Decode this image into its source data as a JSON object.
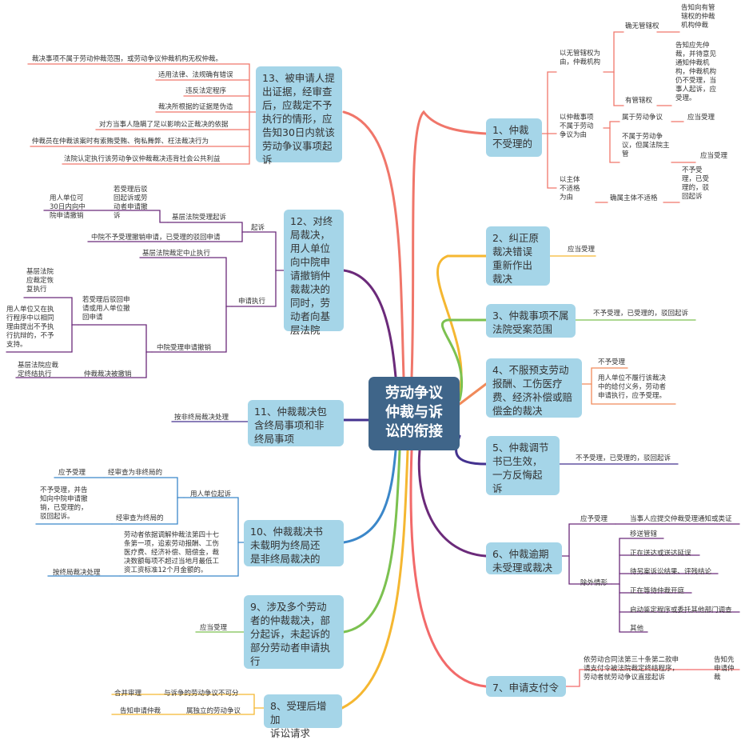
{
  "central": "劳动争议\n仲裁与诉\n讼的衔接",
  "branches": {
    "b1": "1、仲裁\n不受理的",
    "b2": "2、纠正原\n裁决错误\n重新作出\n裁决",
    "b3": "3、仲裁事项不属\n法院受案范围",
    "b4": "4、不服预支劳动\n报酬、工伤医疗\n费、经济补偿或赔\n偿金的裁决",
    "b5": "5、仲裁调节\n书已生效，\n一方反悔起\n诉",
    "b6": "6、仲裁逾期\n未受理或裁决",
    "b7": "7、申请支付令",
    "b8": "8、受理后增加\n诉讼请求",
    "b9": "9、涉及多个劳动\n者的仲裁裁决，部\n分起诉，未起诉的\n部分劳动者申请执\n行",
    "b10": "10、仲裁裁决书\n未载明为终局还\n是非终局裁决的",
    "b11": "11、仲裁裁决包\n含终局事项和非\n终局事项",
    "b12": "12、对终\n局裁决，\n用人单位\n向中院申\n请撤销仲\n裁裁决的\n同时，劳\n动者向基\n层法院",
    "b13": "13、被申请人提\n出证据，经审查\n后，应裁定不予\n执行的情形，应\n告知30日内就该\n劳动争议事项起\n诉"
  },
  "n1": {
    "a": "以无管辖权为\n由，仲裁机构",
    "a1": "确无管辖权",
    "a1x": "告知向有管\n辖权的仲裁\n机构仲裁",
    "a2": "有管辖权",
    "a2x": "告知应先仲\n裁，并待意见\n通知仲裁机\n构，仲裁机构\n仍不受理，当\n事人起诉，应\n受理。",
    "b": "以仲裁事项\n不属于劳动\n争议为由",
    "b1": "属于劳动争议",
    "b1x": "应当受理",
    "b2": "不属于劳动争\n议，但属法院主\n管",
    "b2x": "应当受理",
    "c": "以主体\n不适格\n为由",
    "c1": "确属主体不适格",
    "c1x": "不予受\n理，已受\n理的，驳\n回起诉"
  },
  "n2": {
    "a": "应当受理"
  },
  "n3": {
    "a": "不予受理，已受理的，驳回起诉"
  },
  "n4": {
    "a": "不予受理",
    "b": "用人单位不履行该裁决\n中的给付义务，劳动者\n申请执行，应予受理。"
  },
  "n5": {
    "a": "不予受理，已受理的，驳回起诉"
  },
  "n6": {
    "a": "应予受理",
    "a1": "当事人应提交仲裁受理通知或类证",
    "b": "除外情形",
    "items": [
      "移送管辖",
      "正在送达或送达延误",
      "待另案诉讼结果、评残结论",
      "正在等待仲裁开庭",
      "启动鉴定程序或委托其他部门调查",
      "其他"
    ]
  },
  "n7": {
    "a": "依劳动合同法第三十条第二款申\n请支付令被法院裁定终结程序，\n劳动者就劳动争议直接起诉",
    "a1": "告知先\n申请仲\n裁"
  },
  "n8": {
    "a": "与诉争的劳动争议不可分",
    "a1": "合并审理",
    "b": "属独立的劳动争议",
    "b1": "告知申请仲裁"
  },
  "n9": {
    "a": "应当受理"
  },
  "n10": {
    "a": "用人单位起诉",
    "a1": "经审查为非终局的",
    "a1x": "应予受理",
    "a2": "经审查为终局的",
    "a2x": "不予受理，并告\n知向中院申请撤\n销，已受理的，\n驳回起诉。",
    "b": "劳动者依据调解仲裁法第四十七\n条第一项，追索劳动报酬、工伤\n医疗费、经济补偿、赔偿金，裁\n决数额每项不超过当地月最低工\n资工资标准12个月金额的。",
    "c": "按终局裁决处理"
  },
  "n11": {
    "a": "按非终局裁决处理"
  },
  "n12": {
    "a": "起诉",
    "a1": "基层法院受理起诉",
    "a1a": "若受理后驳\n回起诉或劳\n动者申请撤\n诉",
    "a1b": "用人单位可\n30日内向中\n院申请撤销",
    "a2": "中院不予受理撤销申请，已受理的驳回申请",
    "b": "申请执行",
    "b1": "基层法院裁定中止执行",
    "b2": "中院受理申请撤销",
    "b2a": "若受理后驳回申\n请或用人单位撤\n回申请",
    "b2a1": "基层法院\n应裁定恢\n复执行",
    "b2a2": "用人单位又在执\n行程序中以相同\n理由提出不予执\n行抗辩的，不予\n支持。",
    "b2b": "仲裁裁决被撤销",
    "b2b1": "基层法院应裁\n定终结执行"
  },
  "n13": {
    "items": [
      "裁决事项不属于劳动仲裁范围，或劳动争议仲裁机构无权仲裁。",
      "适用法律、法规确有错误",
      "违反法定程序",
      "裁决所根据的证据是伪造",
      "对方当事人隐瞒了足以影响公正裁决的依据",
      "仲裁员在仲裁该案时有索贿受贿、徇私舞弊、枉法裁决行为",
      "法院认定执行该劳动争议仲裁裁决违背社会公共利益"
    ]
  }
}
